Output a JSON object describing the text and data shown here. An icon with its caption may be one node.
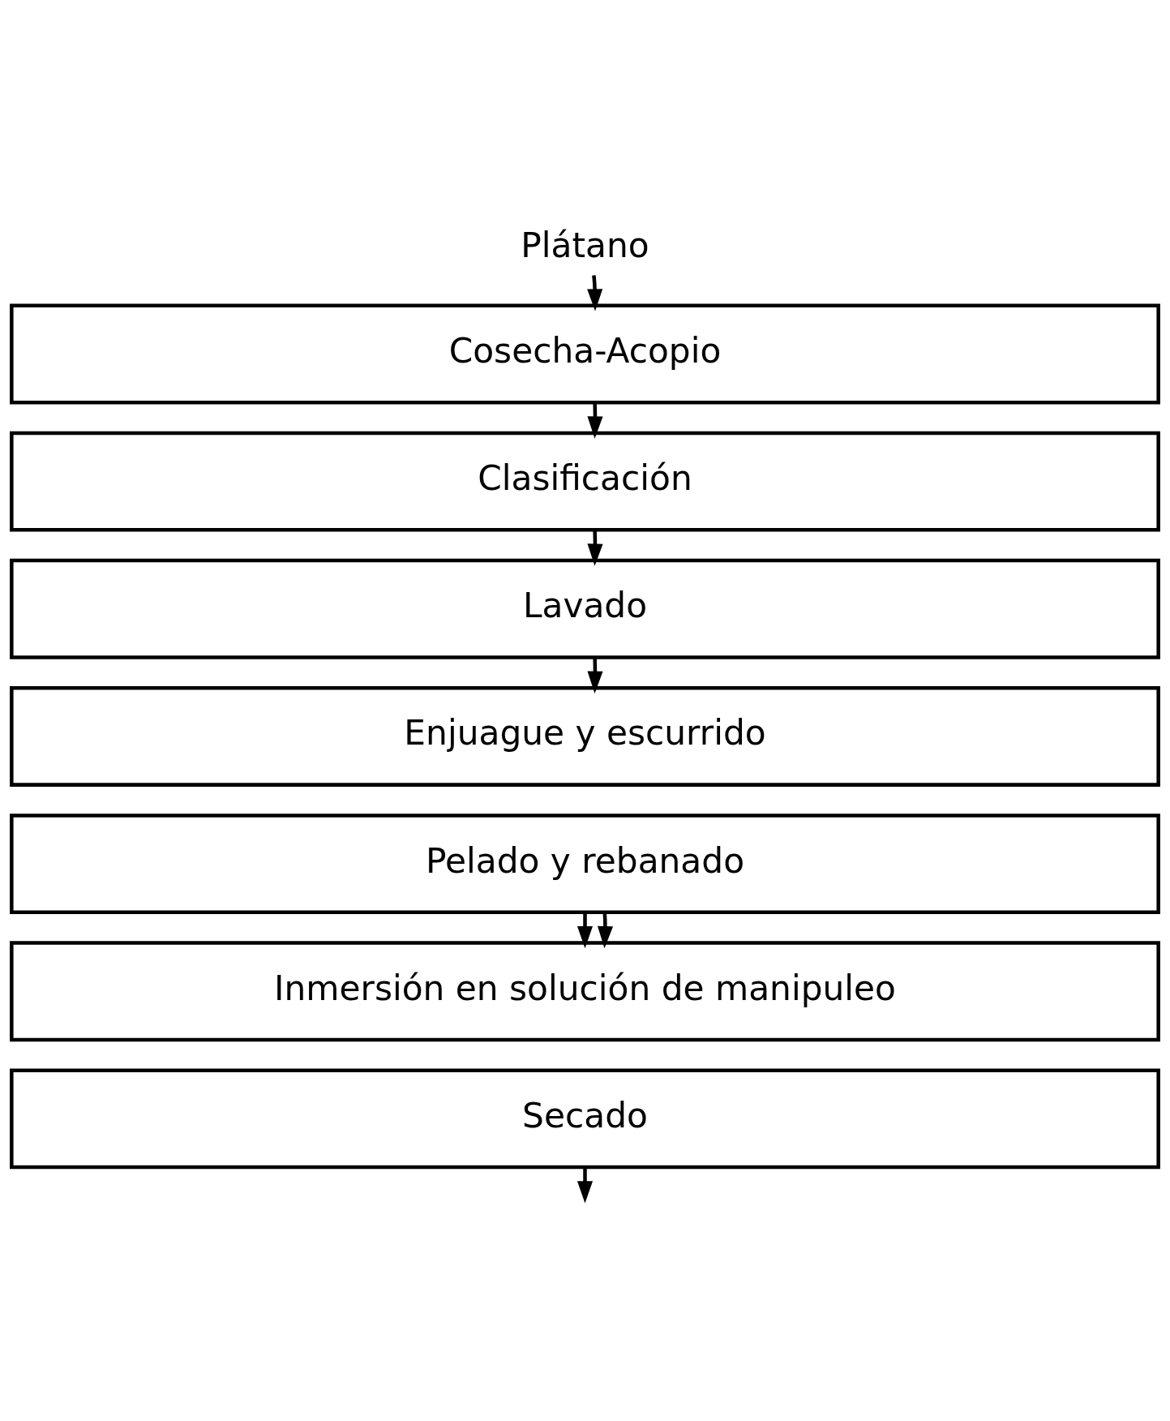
{
  "diagram": {
    "nodes": [
      {
        "text": [
          "Plátano"
        ]
      },
      {
        "text": [
          "Cosecha-Acopio"
        ]
      },
      {
        "text": [
          "Clasificación"
        ]
      },
      {
        "text": [
          "Lavado"
        ]
      },
      {
        "text": [
          "Enjuague y escurrido"
        ]
      },
      {
        "text": [
          "Pelado y rebanado"
        ]
      },
      {
        "text": [
          "Inmersión en solución de manipuleo"
        ]
      },
      {
        "text": [
          "Secado"
        ]
      }
    ],
    "edges": [
      {
        "from": 0,
        "to": 1,
        "arrow": "to"
      },
      {
        "from": 1,
        "to": 2,
        "arrow": "to"
      },
      {
        "from": 2,
        "to": 3,
        "arrow": "to"
      },
      {
        "from": 3,
        "to": 4,
        "arrow": "to"
      },
      {
        "from": 5,
        "to": 6,
        "arrow": "to"
      },
      {
        "from": 5,
        "to": 6,
        "arrow": "to"
      },
      {
        "from": 7,
        "to": null,
        "arrow": "to"
      }
    ]
  }
}
